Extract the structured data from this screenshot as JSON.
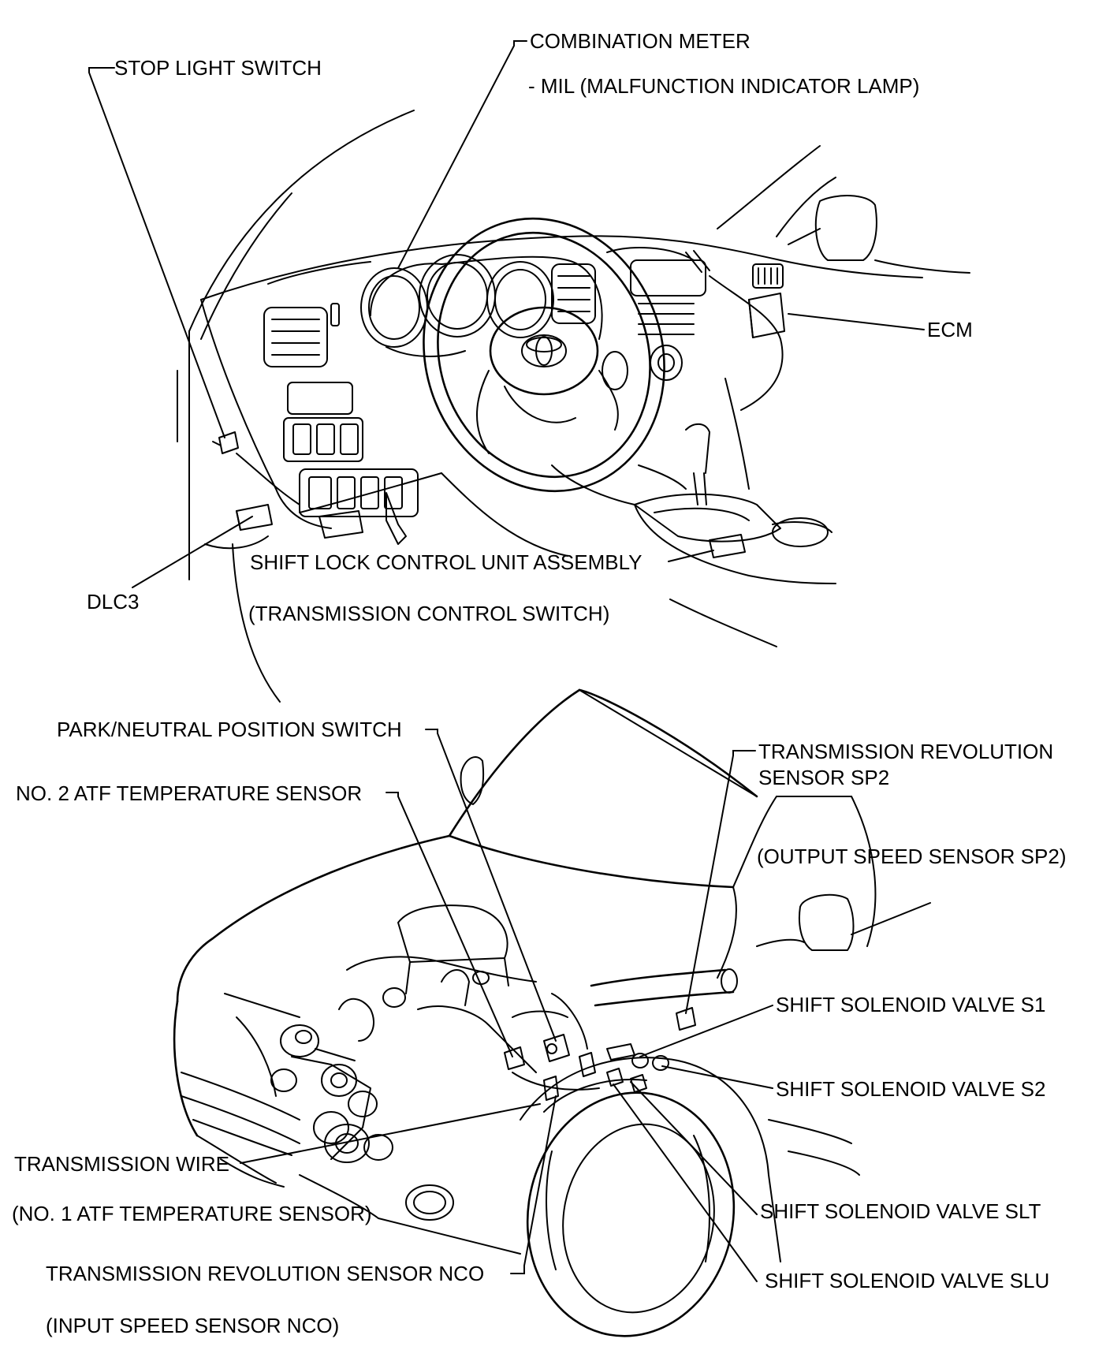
{
  "labels": {
    "stop_light_switch": "STOP LIGHT SWITCH",
    "combination_meter": "COMBINATION METER",
    "mil": "- MIL (MALFUNCTION INDICATOR LAMP)",
    "ecm": "ECM",
    "dlc3": "DLC3",
    "shift_lock_control_unit": "SHIFT LOCK CONTROL UNIT ASSEMBLY",
    "transmission_control_switch": "(TRANSMISSION CONTROL SWITCH)",
    "park_neutral_position_switch": "PARK/NEUTRAL POSITION SWITCH",
    "no2_atf_temp_sensor": "NO. 2 ATF TEMPERATURE SENSOR",
    "trans_rev_sensor_sp2": "TRANSMISSION REVOLUTION",
    "trans_rev_sensor_sp2_line2": "SENSOR SP2",
    "output_speed_sensor_sp2": "(OUTPUT SPEED SENSOR SP2)",
    "shift_solenoid_s1": "SHIFT SOLENOID VALVE S1",
    "shift_solenoid_s2": "SHIFT SOLENOID VALVE S2",
    "transmission_wire": "TRANSMISSION WIRE",
    "no1_atf_temp_sensor": "(NO. 1 ATF TEMPERATURE SENSOR)",
    "shift_solenoid_slt": "SHIFT SOLENOID VALVE SLT",
    "trans_rev_sensor_nco": "TRANSMISSION REVOLUTION SENSOR NCO",
    "shift_solenoid_slu": "SHIFT SOLENOID VALVE SLU",
    "input_speed_sensor_nco": "(INPUT SPEED SENSOR NCO)"
  },
  "icons": {
    "steering_emblem": "toyota-emblem-icon"
  }
}
